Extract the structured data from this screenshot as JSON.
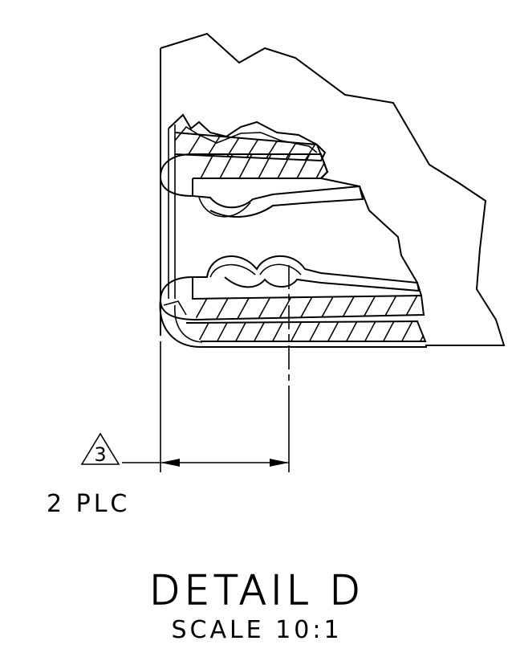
{
  "detail": {
    "title": "DETAIL D",
    "scale": "SCALE 10:1"
  },
  "callout": {
    "triangle_label": "3",
    "quantity": "2 PLC"
  }
}
